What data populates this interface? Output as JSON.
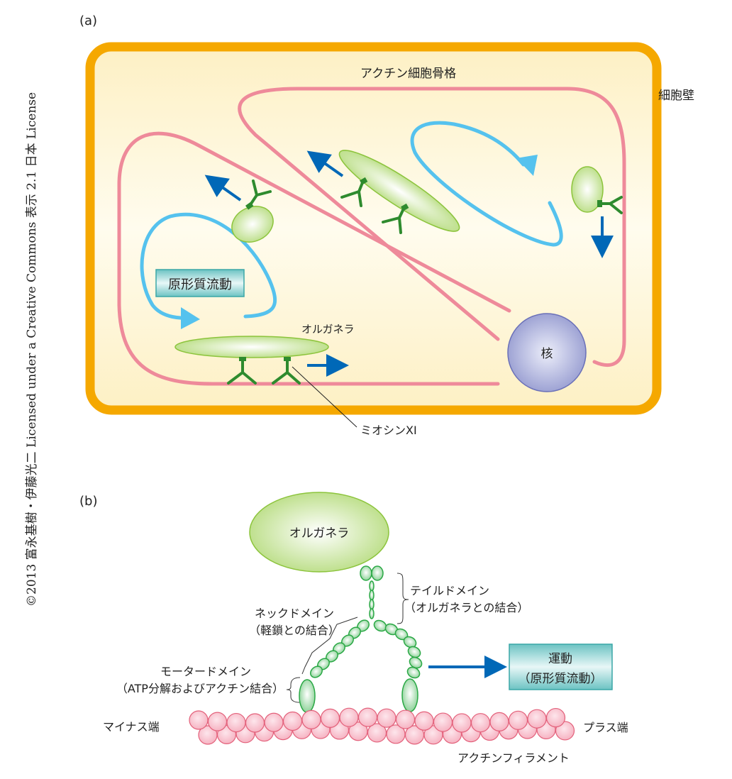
{
  "credit": "©2013 富永基樹・伊藤光二 Licensed under a Creative Commons 表示 2.1 日本 License",
  "panel_a": {
    "label": "(a)",
    "actin_cytoskeleton": "アクチン細胞骨格",
    "cell_wall": "細胞壁",
    "cytoplasmic_streaming": "原形質流動",
    "organelle": "オルガネラ",
    "nucleus": "核",
    "myosin": "ミオシンXI"
  },
  "panel_b": {
    "label": "(b)",
    "organelle": "オルガネラ",
    "tail_domain": "テイルドメイン",
    "tail_domain_sub": "（オルガネラとの結合）",
    "neck_domain": "ネックドメイン",
    "neck_domain_sub": "（軽鎖との結合）",
    "motor_domain": "モータードメイン",
    "motor_domain_sub": "（ATP分解およびアクチン結合）",
    "movement": "運動",
    "movement_sub": "（原形質流動）",
    "minus_end": "マイナス端",
    "plus_end": "プラス端",
    "actin_filament": "アクチンフィラメント"
  },
  "colors": {
    "cell_wall": "#f5a800",
    "cytoplasm": "#fdf3c8",
    "actin": "#ee8a9a",
    "streaming": "#55c2ee",
    "organelle": "#c6e39a",
    "myosin": "#2e8b2e",
    "motion_arrow": "#0068b7",
    "nucleus": "#a8acd8",
    "box": "#8fd3d3"
  }
}
